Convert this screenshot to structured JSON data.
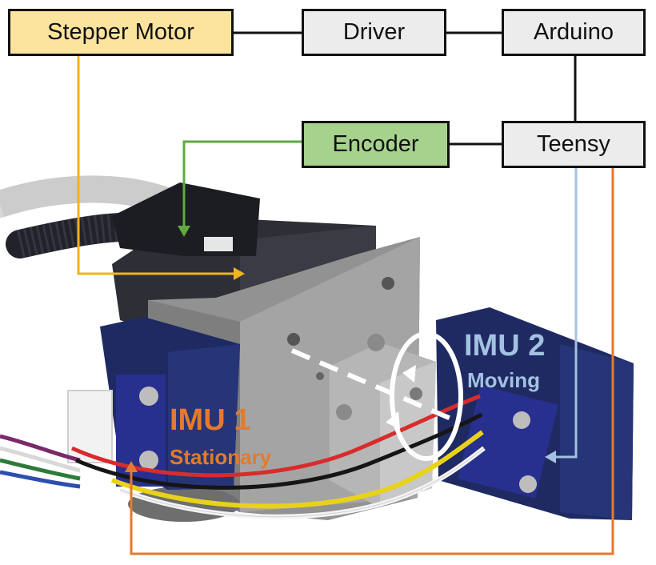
{
  "boxes": {
    "stepper_motor": {
      "label": "Stepper Motor",
      "fill": "#fde49e"
    },
    "driver": {
      "label": "Driver",
      "fill": "#ececec"
    },
    "arduino": {
      "label": "Arduino",
      "fill": "#ececec"
    },
    "encoder": {
      "label": "Encoder",
      "fill": "#a6d28d"
    },
    "teensy": {
      "label": "Teensy",
      "fill": "#ececec"
    }
  },
  "imu1": {
    "title": "IMU 1",
    "subtitle": "Stationary",
    "color": "#e47a2d"
  },
  "imu2": {
    "title": "IMU 2",
    "subtitle": "Moving",
    "color": "#a3c2e2"
  },
  "wire_colors": {
    "stepper": "#f2b320",
    "encoder": "#5faa3c",
    "imu1": "#e47a2d",
    "imu2": "#a3c2e2",
    "links": "#111111"
  }
}
